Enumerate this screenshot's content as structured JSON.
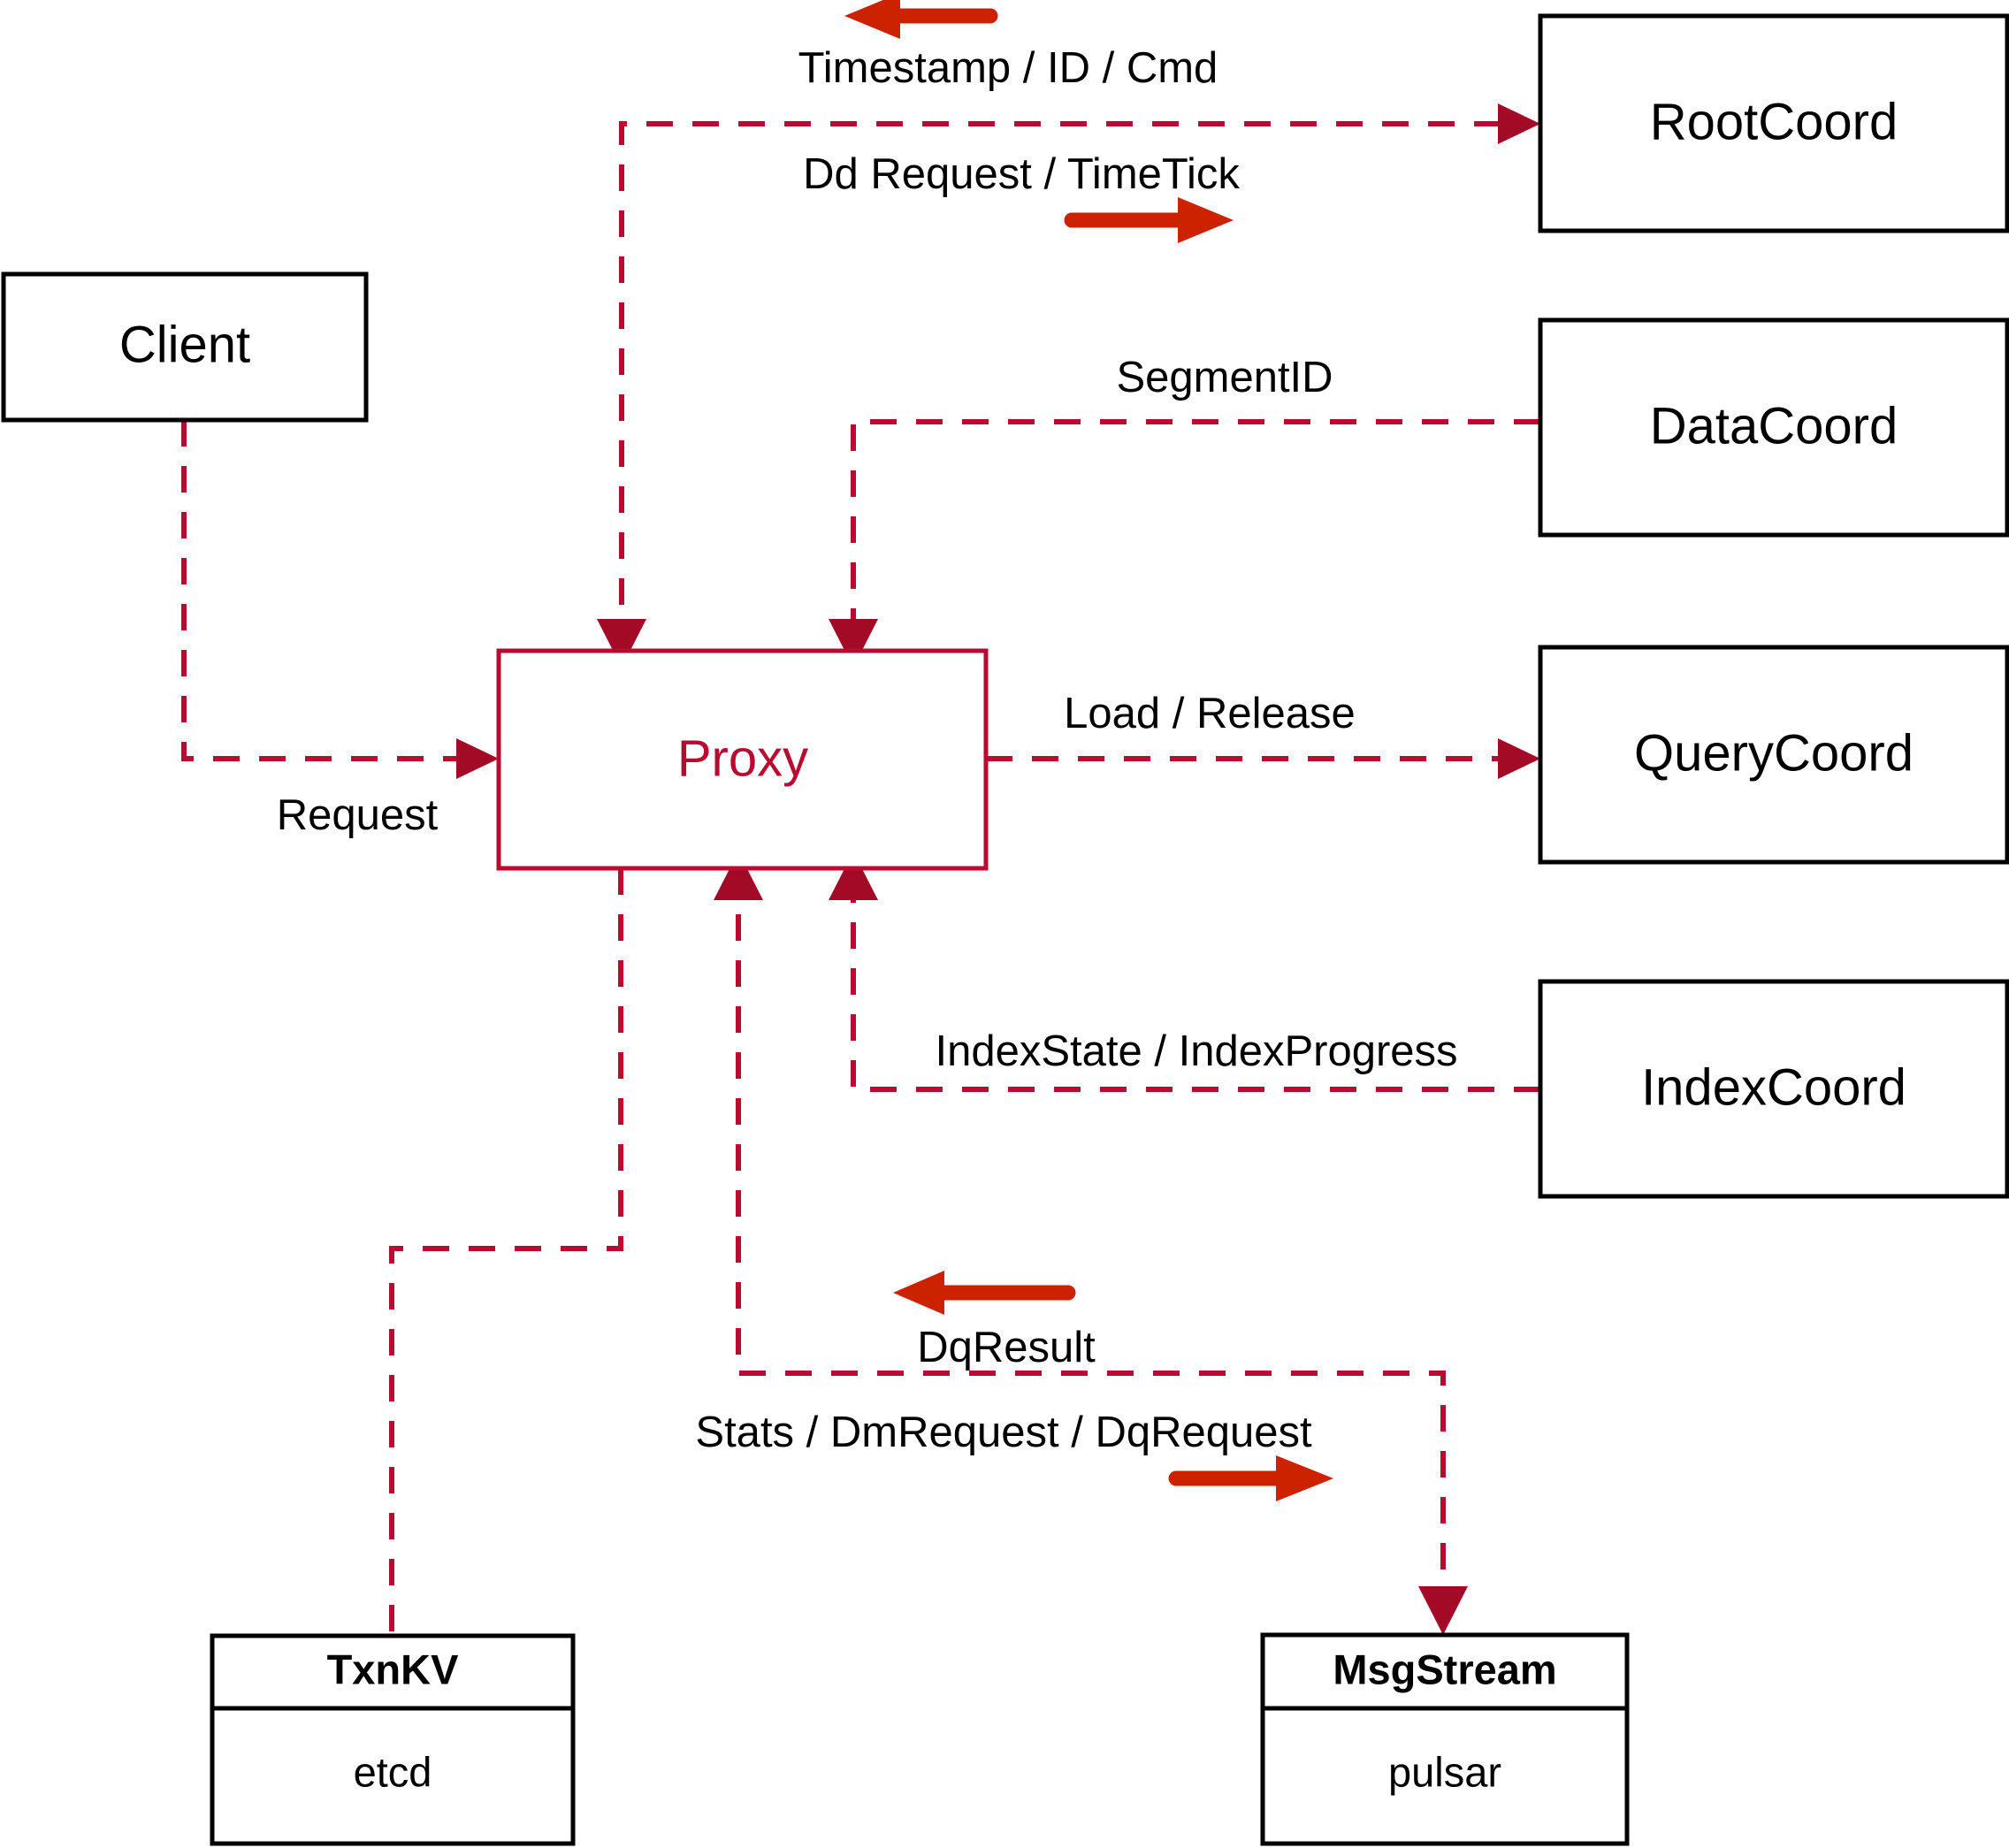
{
  "diagram": {
    "title": "Milvus Proxy component interaction diagram",
    "colors": {
      "accent": "#BB0A30",
      "arrow_red": "#CC2200",
      "node_stroke": "#000000",
      "background": "#ffffff"
    },
    "nodes": [
      {
        "id": "client",
        "label": "Client",
        "style": "plain"
      },
      {
        "id": "proxy",
        "label": "Proxy",
        "style": "accent"
      },
      {
        "id": "rootcoord",
        "label": "RootCoord",
        "style": "plain"
      },
      {
        "id": "datacoord",
        "label": "DataCoord",
        "style": "plain"
      },
      {
        "id": "querycoord",
        "label": "QueryCoord",
        "style": "plain"
      },
      {
        "id": "indexcoord",
        "label": "IndexCoord",
        "style": "plain"
      }
    ],
    "stacked_nodes": [
      {
        "id": "txnkv",
        "title": "TxnKV",
        "subtitle": "etcd"
      },
      {
        "id": "msgstream",
        "title": "MsgStream",
        "subtitle": "pulsar"
      }
    ],
    "edge_labels": [
      {
        "id": "timestamp-id-cmd",
        "text": "Timestamp / ID / Cmd",
        "direction": "left"
      },
      {
        "id": "dd-request-timetick",
        "text": "Dd Request / TimeTick",
        "direction": "right"
      },
      {
        "id": "segmentid",
        "text": "SegmentID",
        "direction": "left"
      },
      {
        "id": "request",
        "text": "Request",
        "direction": "right"
      },
      {
        "id": "load-release",
        "text": "Load / Release",
        "direction": "right"
      },
      {
        "id": "indexstate",
        "text": "IndexState / IndexProgress",
        "direction": "left"
      },
      {
        "id": "dqresult",
        "text": "DqResult",
        "direction": "left"
      },
      {
        "id": "stats-dm-dq",
        "text": "Stats / DmRequest / DqRequest",
        "direction": "right"
      }
    ]
  }
}
